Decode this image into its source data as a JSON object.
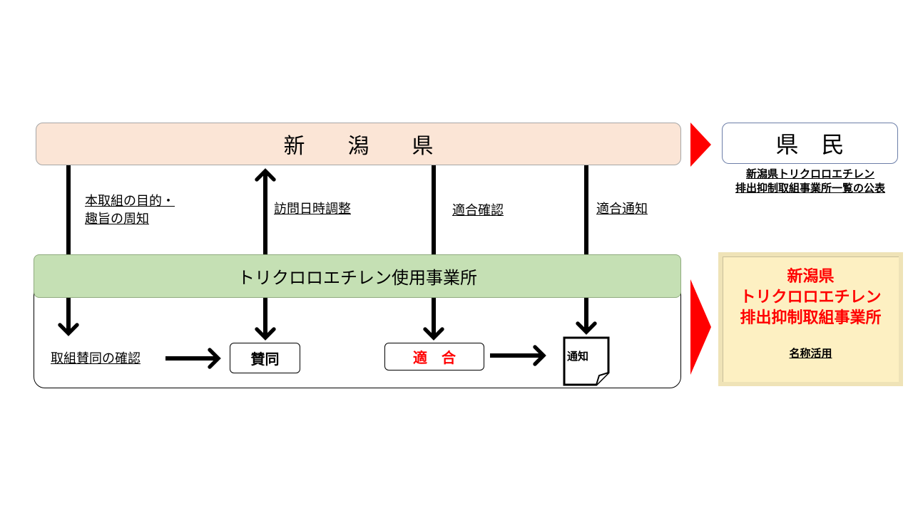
{
  "prefecture": {
    "label": "新　　潟　　県"
  },
  "residents": {
    "label": "県　民"
  },
  "publication": {
    "line1": "新潟県トリクロロエチレン",
    "line2": "排出抑制取組事業所一覧の公表"
  },
  "company": {
    "label": "トリクロロエチレン使用事業所"
  },
  "flows": {
    "notice_line1": "本取組の目的・",
    "notice_line2": "趣旨の周知",
    "visit": "訪問日時調整",
    "check": "適合確認",
    "notify": "適合通知"
  },
  "process": {
    "confirm": "取組賛同の確認",
    "agree": "賛同",
    "conform": "適　合",
    "document": "通知"
  },
  "name_use": {
    "title_line1": "新潟県",
    "title_line2": "トリクロロエチレン",
    "title_line3": "排出抑制取組事業所",
    "usage": "名称活用"
  },
  "colors": {
    "prefecture_fill": "#fbe5d6",
    "company_fill": "#c5e0b4",
    "highlight_red": "#ff0000",
    "name_box_fill": "#fdf0c2"
  }
}
